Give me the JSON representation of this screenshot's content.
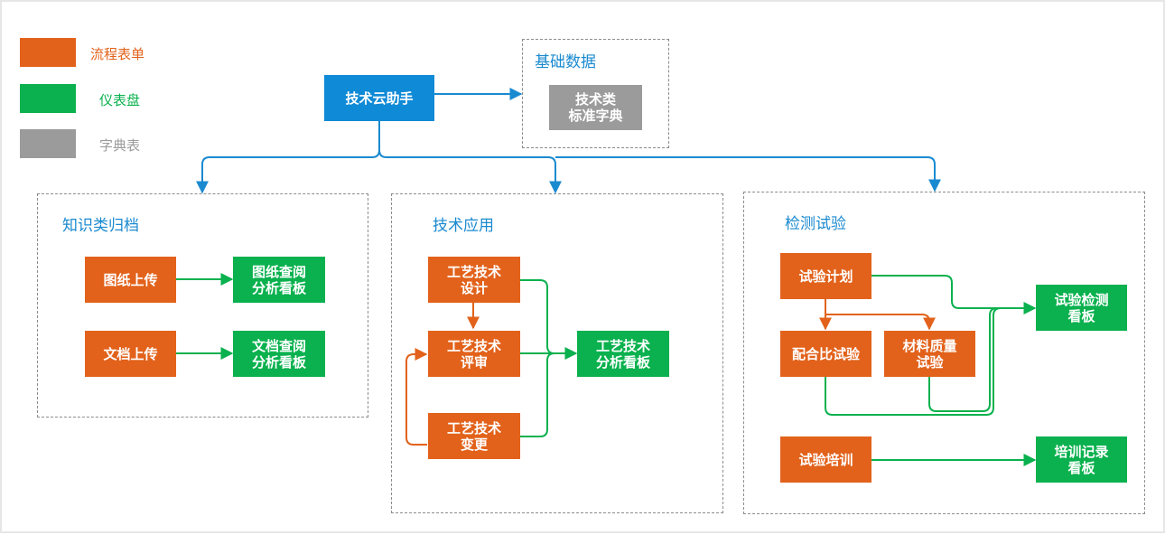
{
  "legend": {
    "form": {
      "label": "流程表单",
      "color": "#e2621b"
    },
    "dashboard": {
      "label": "仪表盘",
      "color": "#0ab14e"
    },
    "dictionary": {
      "label": "字典表",
      "color": "#9b9b9b"
    }
  },
  "root": {
    "label": "技术云助手",
    "color": "#0f8ad6"
  },
  "base": {
    "title": "基础数据",
    "dict": "技术类\n标准字典"
  },
  "knowledge": {
    "title": "知识类归档",
    "drawing_upload": "图纸上传",
    "drawing_board": "图纸查阅\n分析看板",
    "doc_upload": "文档上传",
    "doc_board": "文档查阅\n分析看板"
  },
  "tech": {
    "title": "技术应用",
    "design": "工艺技术\n设计",
    "review": "工艺技术\n评审",
    "change": "工艺技术\n变更",
    "board": "工艺技术\n分析看板"
  },
  "test": {
    "title": "检测试验",
    "plan": "试验计划",
    "mix": "配合比试验",
    "material": "材料质量\n试验",
    "board": "试验检测\n看板",
    "training": "试验培训",
    "training_board": "培训记录\n看板"
  },
  "colors": {
    "arrow_blue": "#1a8ad0",
    "arrow_green": "#0ab14e",
    "arrow_orange": "#e2621b",
    "panel_title": "#1a8ad0"
  }
}
